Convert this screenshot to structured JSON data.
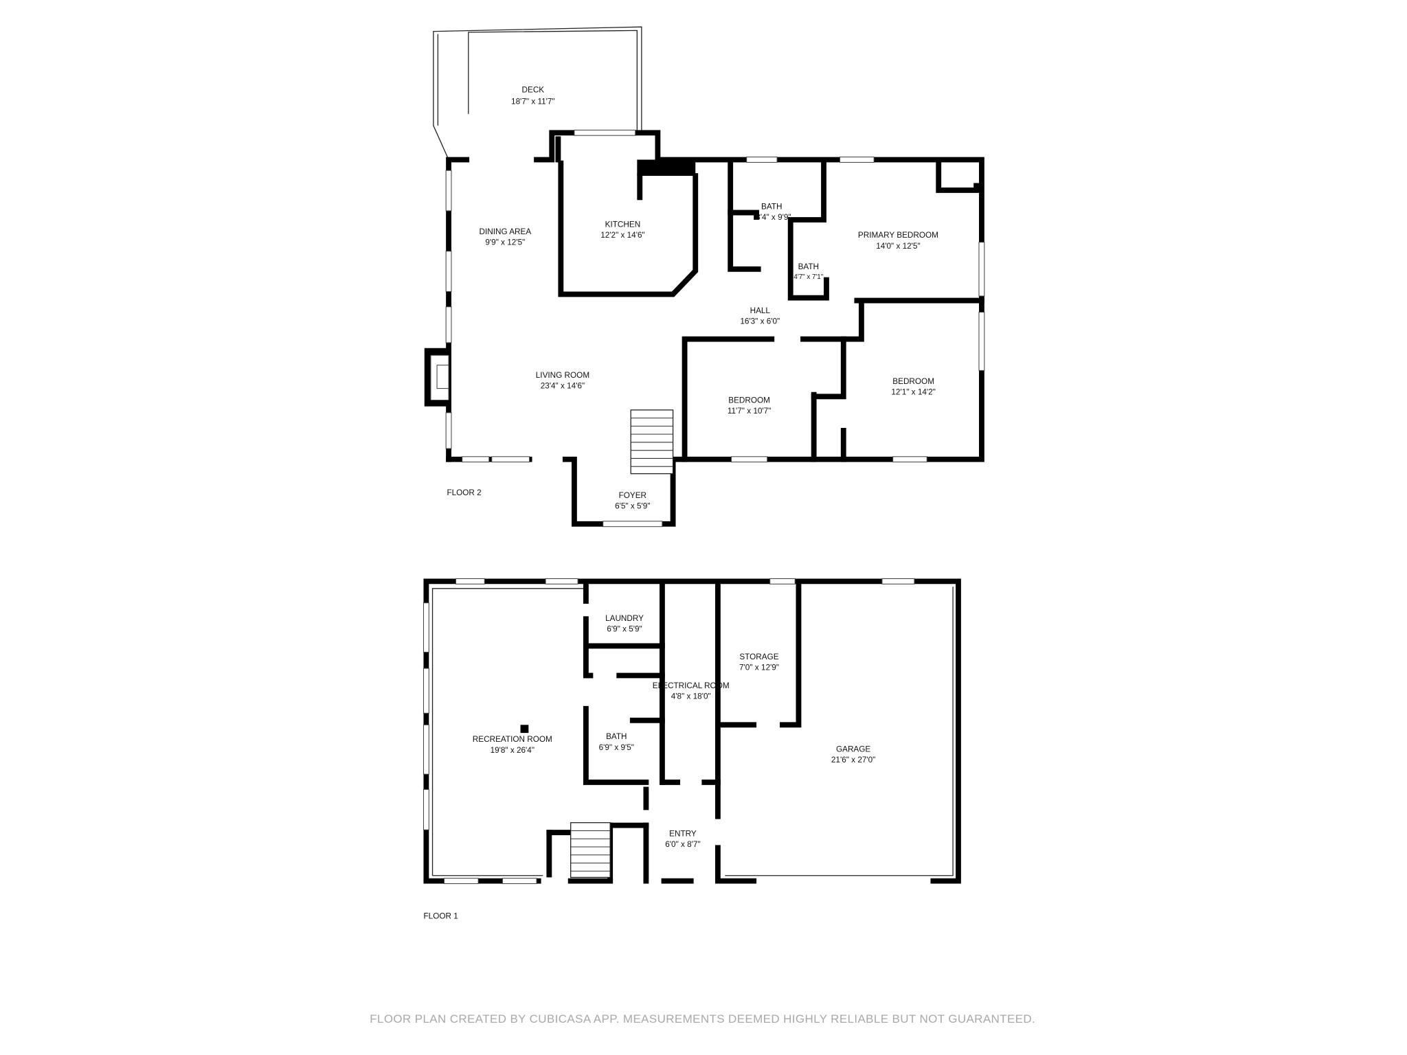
{
  "floor2": {
    "label": "FLOOR 2",
    "rooms": [
      {
        "name": "DECK",
        "size": "18'7\" x 11'7\""
      },
      {
        "name": "DINING AREA",
        "size": "9'9\" x 12'5\""
      },
      {
        "name": "KITCHEN",
        "size": "12'2\" x 14'6\""
      },
      {
        "name": "BATH",
        "size": "8'4\" x 9'9\""
      },
      {
        "name": "PRIMARY BEDROOM",
        "size": "14'0\" x 12'5\""
      },
      {
        "name": "BATH",
        "size": "4'7\" x 7'1\""
      },
      {
        "name": "HALL",
        "size": "16'3\" x 6'0\""
      },
      {
        "name": "LIVING ROOM",
        "size": "23'4\" x 14'6\""
      },
      {
        "name": "BEDROOM",
        "size": "11'7\" x 10'7\""
      },
      {
        "name": "BEDROOM",
        "size": "12'1\" x 14'2\""
      },
      {
        "name": "FOYER",
        "size": "6'5\" x 5'9\""
      }
    ]
  },
  "floor1": {
    "label": "FLOOR 1",
    "rooms": [
      {
        "name": "LAUNDRY",
        "size": "6'9\" x 5'9\""
      },
      {
        "name": "STORAGE",
        "size": "7'0\" x 12'9\""
      },
      {
        "name": "ELECTRICAL ROOM",
        "size": "4'8\" x 18'0\""
      },
      {
        "name": "RECREATION ROOM",
        "size": "19'8\" x 26'4\""
      },
      {
        "name": "BATH",
        "size": "6'9\" x 9'5\""
      },
      {
        "name": "GARAGE",
        "size": "21'6\" x 27'0\""
      },
      {
        "name": "ENTRY",
        "size": "6'0\" x 8'7\""
      }
    ]
  },
  "footer": "FLOOR PLAN CREATED BY CUBICASA APP. MEASUREMENTS DEEMED HIGHLY RELIABLE BUT NOT GUARANTEED."
}
